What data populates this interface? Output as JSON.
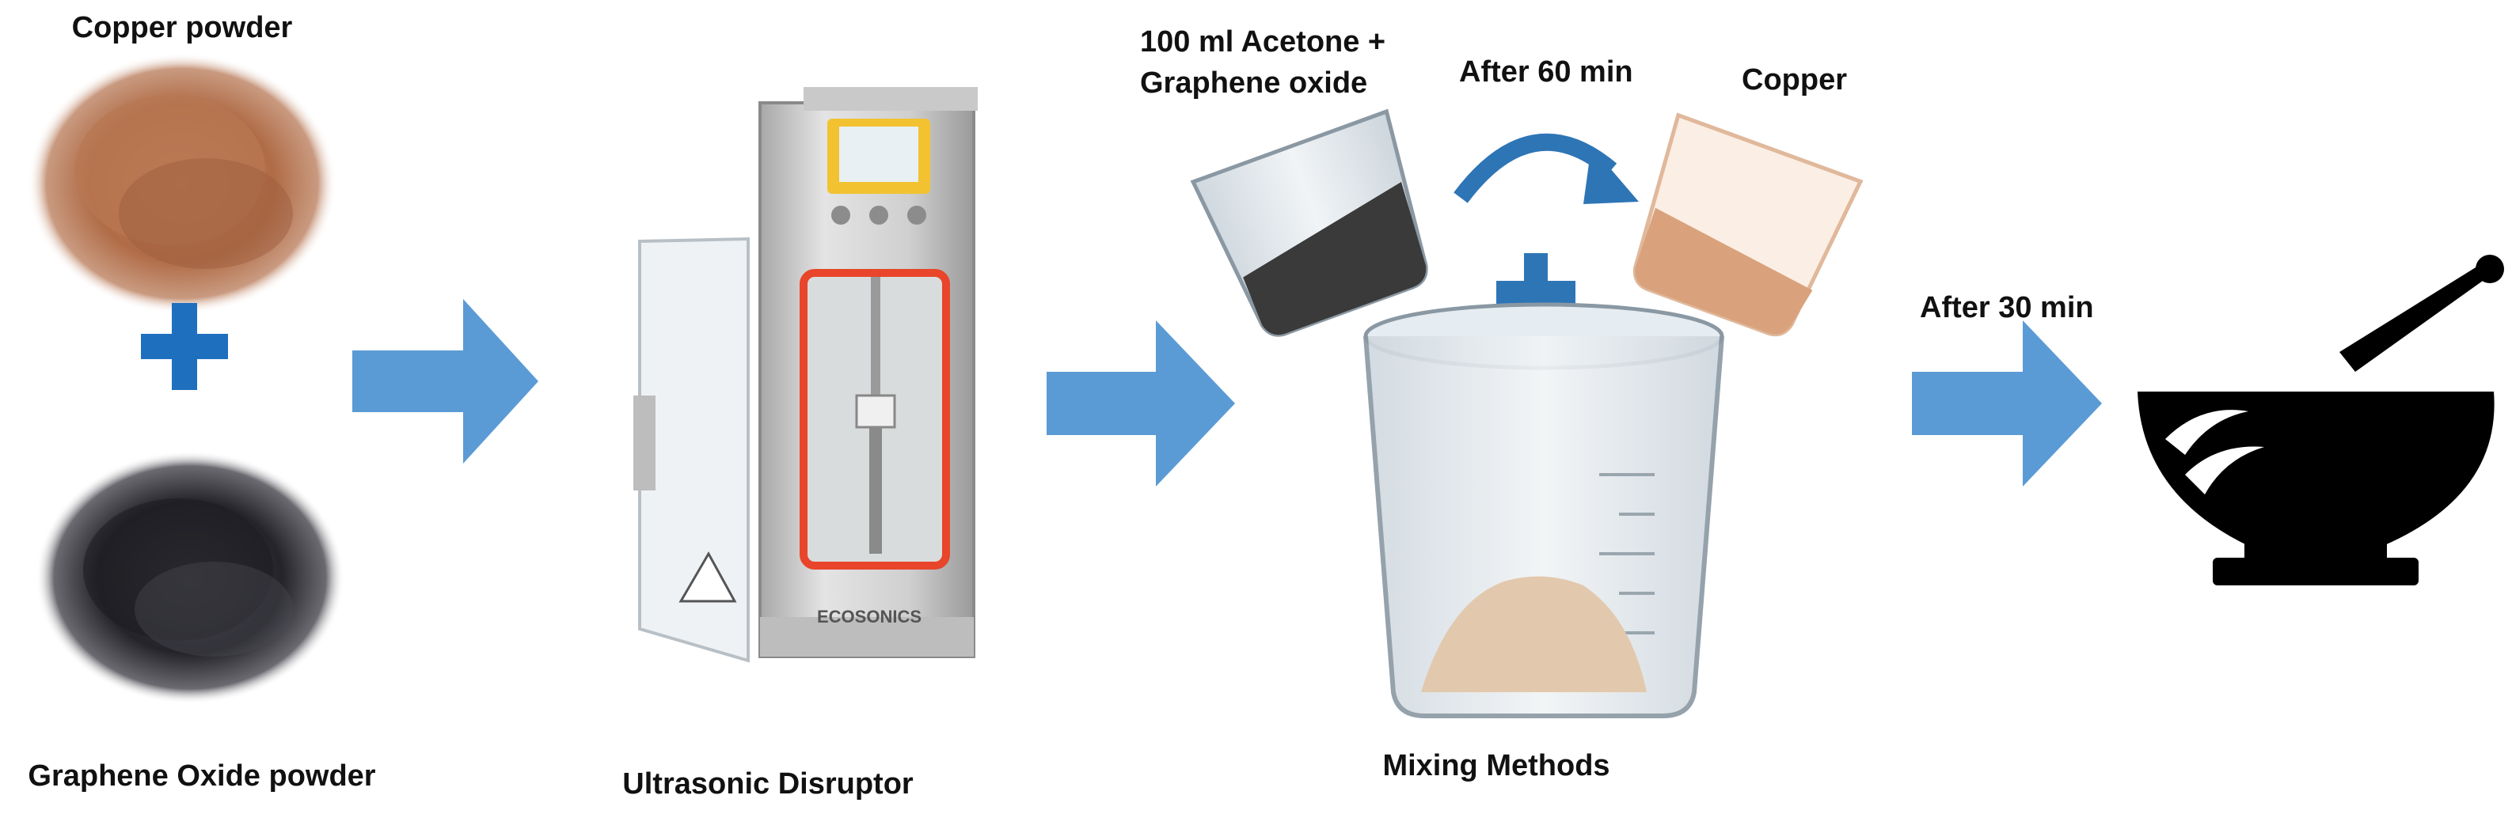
{
  "labels": {
    "copper_powder": "Copper powder",
    "graphene_oxide_powder": "Graphene Oxide powder",
    "ultrasonic_disruptor": "Ultrasonic Disruptor",
    "acetone_line1": "100 ml Acetone +",
    "acetone_line2": "Graphene oxide",
    "after_60": "After 60 min",
    "copper": "Copper",
    "after_30": "After 30 min",
    "mixing_methods": "Mixing Methods",
    "brand": "ECOSONICS"
  },
  "colors": {
    "arrow_blue": "#5b9bd5",
    "plus_blue": "#1f6fbf",
    "curved_arrow_blue": "#2e75b6",
    "copper_powder": "#b5734f",
    "graphene_powder": "#2a2a2e",
    "copper_liquid": "#d9a27c",
    "graphene_liquid": "#3a3a3a",
    "sample_pile": "#e2c8ad",
    "chamber_frame": "#e8452a",
    "screen": "#f2c230",
    "mortar": "#000000"
  },
  "icons": {
    "plus_left": "plus-icon",
    "plus_beaker": "plus-icon",
    "process_arrow": "right-arrow-icon",
    "curved_arrow": "curved-arrow-icon",
    "mortar": "mortar-pestle-icon"
  }
}
